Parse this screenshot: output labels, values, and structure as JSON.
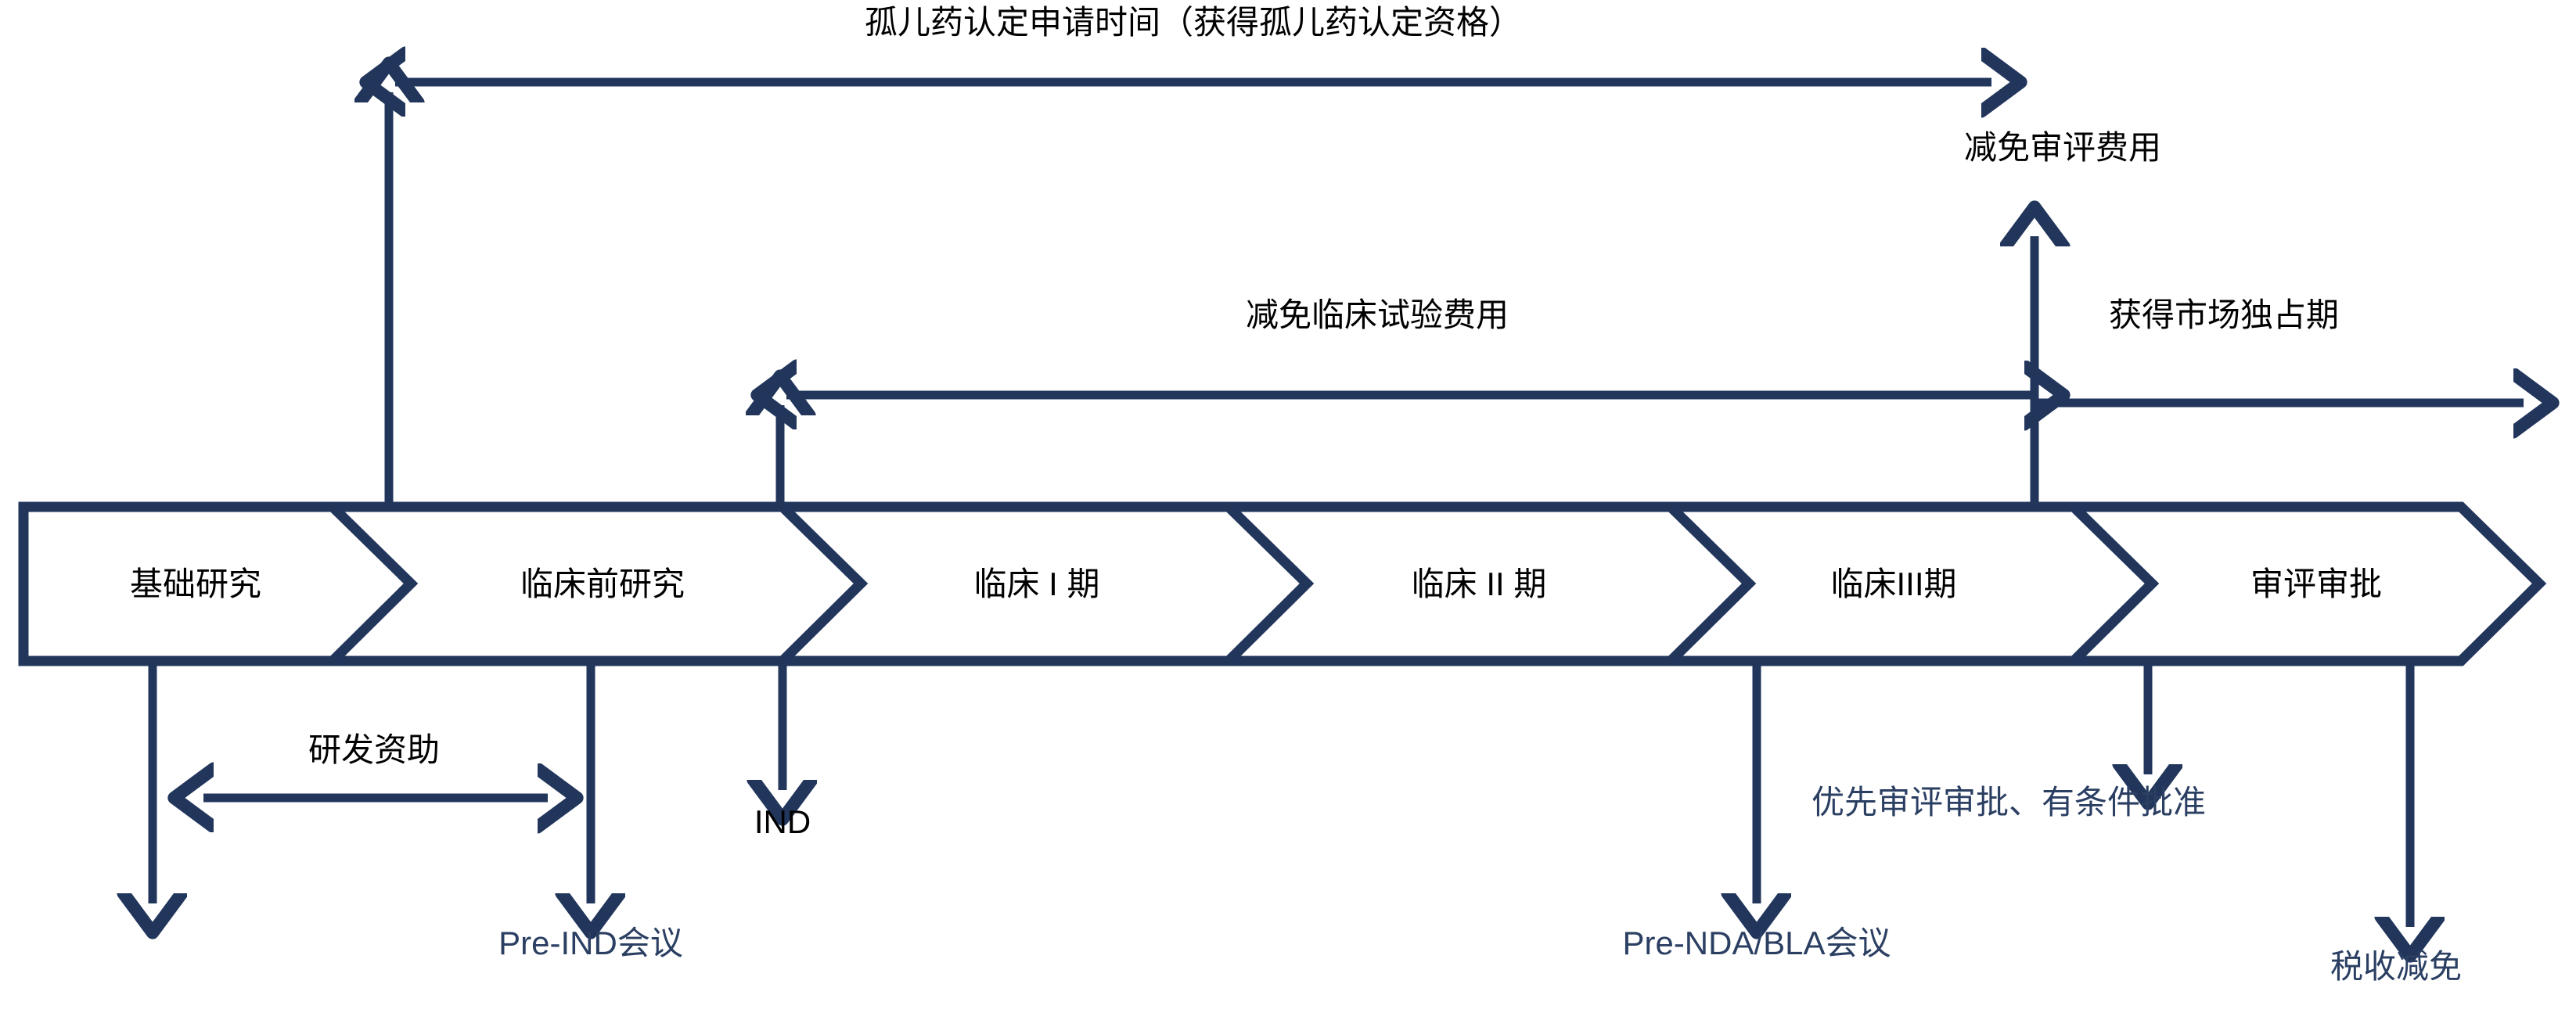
{
  "colors": {
    "navy": "#22365c",
    "navy_text": "#2b3f63",
    "black": "#000000",
    "background": "#ffffff"
  },
  "diagram": {
    "title_top": "孤儿药认定申请时间（获得孤儿药认定资格）",
    "process_stages": [
      {
        "label": "基础研究"
      },
      {
        "label": "临床前研究"
      },
      {
        "label": "临床 I 期"
      },
      {
        "label": "临床 II 期"
      },
      {
        "label": "临床III期"
      },
      {
        "label": "审评审批"
      }
    ],
    "annotations": {
      "orphan_designation": "孤儿药认定申请时间（获得孤儿药认定资格）",
      "review_fee_waiver": "减免审评费用",
      "clinical_trial_fee_waiver": "减免临床试验费用",
      "market_exclusivity": "获得市场独占期",
      "rd_funding": "研发资助",
      "ind": "IND",
      "pre_ind_meeting": "Pre-IND会议",
      "pre_nda_bla_meeting": "Pre-NDA/BLA会议",
      "priority_review": "优先审评审批、有条件批准",
      "tax_credit": "税收减免"
    }
  }
}
